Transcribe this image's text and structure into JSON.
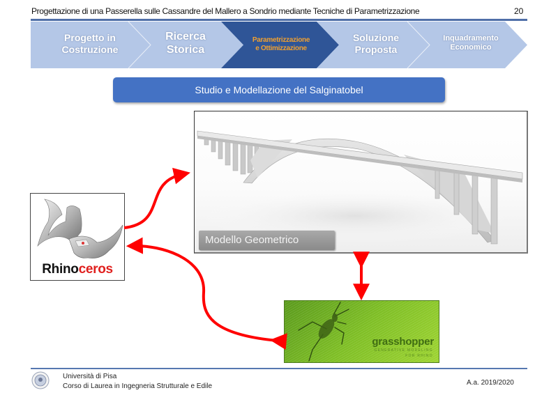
{
  "header": {
    "title": "Progettazione di una Passerella sulle Cassandre del Mallero a Sondrio mediante Tecniche di Parametrizzazione",
    "page_number": "20"
  },
  "steps": [
    {
      "line1": "Progetto in",
      "line2": "Costruzione",
      "active": false
    },
    {
      "line1": "Ricerca",
      "line2": "Storica",
      "active": false
    },
    {
      "line1": "Parametrizzazione",
      "line2": "e Ottimizzazione",
      "active": true
    },
    {
      "line1": "Soluzione",
      "line2": "Proposta",
      "active": false
    },
    {
      "line1": "Inquadramento",
      "line2": "Economico",
      "active": false
    }
  ],
  "section_title": "Studio e Modellazione del Salginatobel",
  "bridge_image": {
    "caption": "Modello Geometrico"
  },
  "rhino_logo": {
    "word_part1": "Rhino",
    "word_part2": "ceros"
  },
  "grasshopper_logo": {
    "name": "grasshopper",
    "tagline1": "GENERATIVE MODELING",
    "tagline2": "FOR RHINO"
  },
  "footer": {
    "university": "Università di Pisa",
    "course": "Corso di Laurea in Ingegneria Strutturale e Edile",
    "academic_year": "A.a. 2019/2020"
  },
  "colors": {
    "step_inactive": "#b4c7e7",
    "step_active": "#2f5597",
    "step_active_text": "#f0a030",
    "accent_blue": "#4472c4",
    "arrow_red": "#ff0000"
  }
}
